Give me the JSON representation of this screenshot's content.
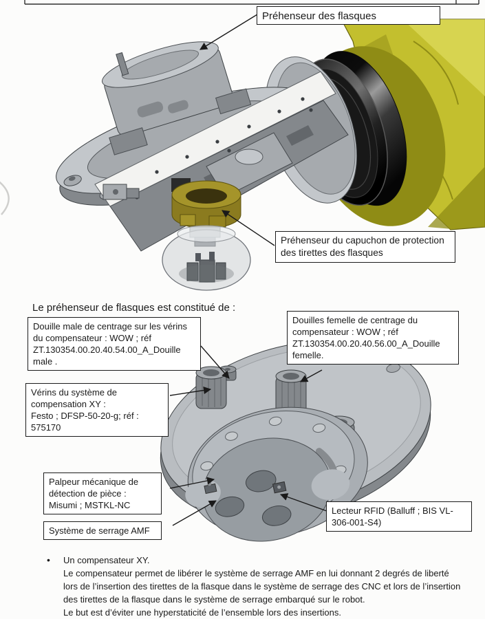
{
  "colors": {
    "paper": "#fcfcfb",
    "ink": "#1a1a1a",
    "metal-light": "#c3c7cb",
    "metal-mid": "#a6aaae",
    "metal-dark": "#84888c",
    "metal-deep": "#63676b",
    "robot-yellow": "#c3bf2e",
    "robot-yellow-dark": "#8f8c15",
    "robot-yellow-light": "#e2df63",
    "gold": "#a5942a",
    "gold-dark": "#6e611a"
  },
  "figure_top": {
    "callout_gripper": "Préhenseur des flasques",
    "callout_cap": {
      "lines": [
        "Préhenseur du capuchon de protection",
        "des tirettes des flasques"
      ]
    }
  },
  "intro_text": "Le préhenseur de flasques est constitué de :",
  "callouts": {
    "douille_male": {
      "lines": [
        "Douille male de centrage sur les vérins",
        "du compensateur : WOW ; réf",
        "ZT.130354.00.20.40.54.00_A_Douille",
        "male ."
      ]
    },
    "douille_femelle": {
      "lines": [
        "Douilles femelle de centrage du",
        "compensateur : WOW ; réf",
        "ZT.130354.00.20.40.56.00_A_Douille",
        "femelle."
      ]
    },
    "verins": {
      "lines": [
        "Vérins du système de",
        "compensation XY :",
        "Festo ; DFSP-50-20-g; réf :",
        "575170"
      ]
    },
    "palpeur": {
      "lines": [
        "Palpeur mécanique de",
        "détection de pièce :",
        "Misumi ; MSTKL-NC"
      ]
    },
    "serrage_amf": {
      "lines": [
        "Système de serrage AMF"
      ]
    },
    "rfid": {
      "lines": [
        "Lecteur RFID (Balluff ; BIS VL-",
        "306-001-S4)"
      ]
    }
  },
  "note": {
    "bullet": "•",
    "lines": [
      "Un compensateur XY.",
      "Le compensateur permet de libérer le système de serrage AMF en lui donnant 2 degrés de liberté",
      "lors de l’insertion des tirettes de la flasque dans le système de serrage des CNC et lors de l’insertion",
      "des tirettes de la flasque dans le système de serrage embarqué sur le robot.",
      "Le but est d’éviter une hyperstaticité de l’ensemble lors des insertions."
    ]
  }
}
